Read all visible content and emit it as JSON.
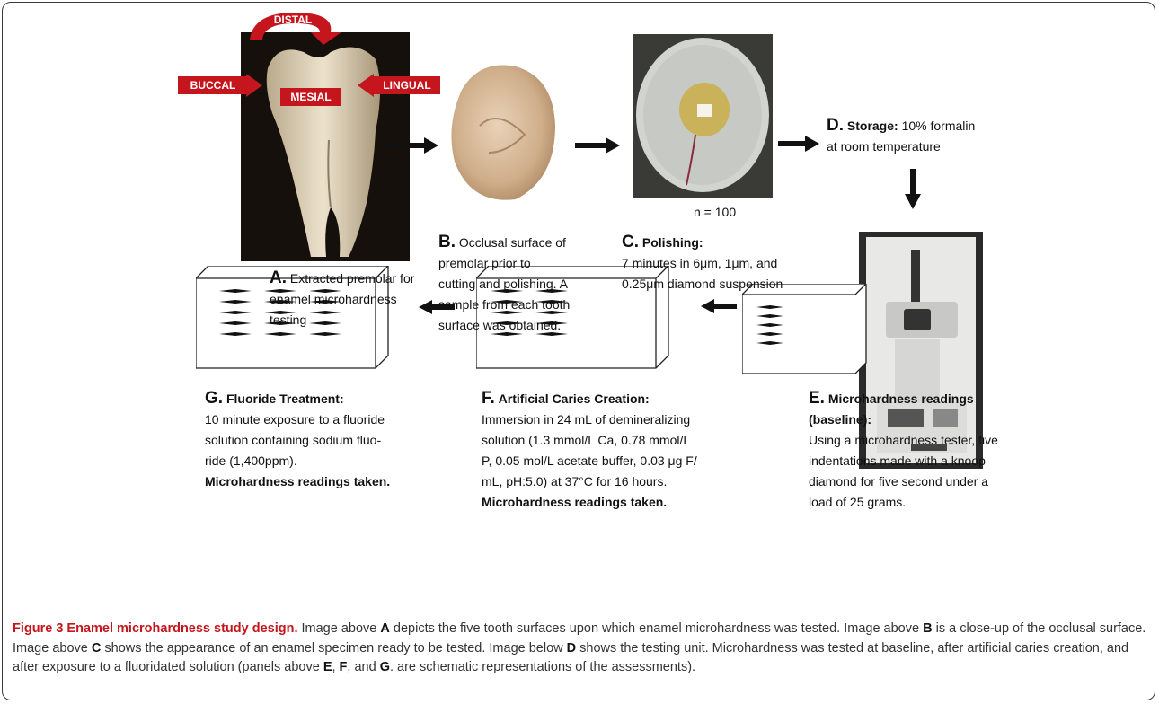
{
  "orientation": {
    "distal": "DISTAL",
    "buccal": "BUCCAL",
    "mesial": "MESIAL",
    "lingual": "LINGUAL"
  },
  "sample_count": "n = 100",
  "steps": {
    "a": {
      "letter": "A.",
      "line1": "Extracted premolar for",
      "line2": "enamel microhardness",
      "line3": "testing"
    },
    "b": {
      "letter": "B.",
      "line1": "Occlusal surface of",
      "line2": "premolar prior to",
      "line3": "cutting and polishing. A",
      "line4": "sample from each tooth",
      "line5": "surface was obtained."
    },
    "c": {
      "letter": "C.",
      "title": "Polishing:",
      "line1": "7 minutes in 6μm, 1μm, and",
      "line2": "0.25μm diamond suspension"
    },
    "d": {
      "letter": "D.",
      "title": "Storage:",
      "text1": "10% formalin",
      "line2": "at room temperature"
    },
    "e": {
      "letter": "E.",
      "title": "Microhardness readings",
      "title2": "(baseline):",
      "line1": "Using a microhardness tester, five",
      "line2": "indentations made with a knoop",
      "line3": "diamond for five second under a",
      "line4": "load of 25 grams."
    },
    "f": {
      "letter": "F.",
      "title": "Artificial Caries Creation:",
      "line1": "Immersion in 24 mL of demineralizing",
      "line2": "solution (1.3 mmol/L Ca, 0.78 mmol/L",
      "line3": "P, 0.05 mol/L acetate buffer, 0.03 μg F/",
      "line4": "mL, pH:5.0) at 37°C for 16 hours.",
      "line5": "Microhardness readings taken."
    },
    "g": {
      "letter": "G.",
      "title": "Fluoride Treatment:",
      "line1": "10 minute exposure to a fluoride",
      "line2": "solution containing sodium fluo-",
      "line3": "ride (1,400ppm).",
      "line4": "Microhardness readings taken."
    }
  },
  "caption": {
    "title": "Figure 3 Enamel microhardness study design.",
    "t1": " Image above ",
    "A": "A",
    "t2": " depicts the five tooth surfaces upon which enamel microhardness was tested. Image above ",
    "B": "B",
    "t3": " is a close-up of the occlusal surface. Image above ",
    "C": "C",
    "t4": " shows the appearance of an enamel specimen ready to be tested. Image below ",
    "D": "D",
    "t5": " shows the testing unit. Microhardness was tested at baseline, after artificial caries creation, and after exposure to a fluoridated solution (panels above ",
    "E": "E",
    "t6": ", ",
    "F": "F",
    "t7": ", and ",
    "G": "G",
    "t8": ". are schematic representations of the assessments)."
  },
  "colors": {
    "arrow_red": "#c4161c",
    "caption_title": "#c4161c",
    "tooth_bg": "#1a1410"
  }
}
